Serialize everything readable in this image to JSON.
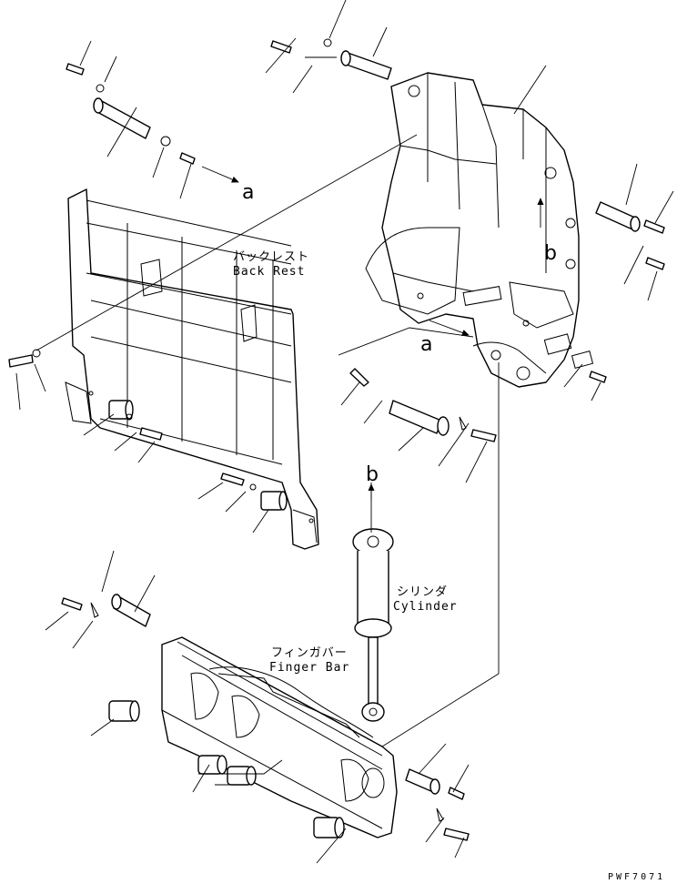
{
  "labels": {
    "backrest_jp": "バックレスト",
    "backrest_en": "Back Rest",
    "cylinder_jp": "シリンダ",
    "cylinder_en": "Cylinder",
    "fingerbar_jp": "フィンガバー",
    "fingerbar_en": "Finger Bar",
    "arrow_a_top": "a",
    "arrow_a_mid": "a",
    "arrow_b_right": "b",
    "arrow_b_cyl": "b",
    "drawing_code": "PWF7071"
  }
}
